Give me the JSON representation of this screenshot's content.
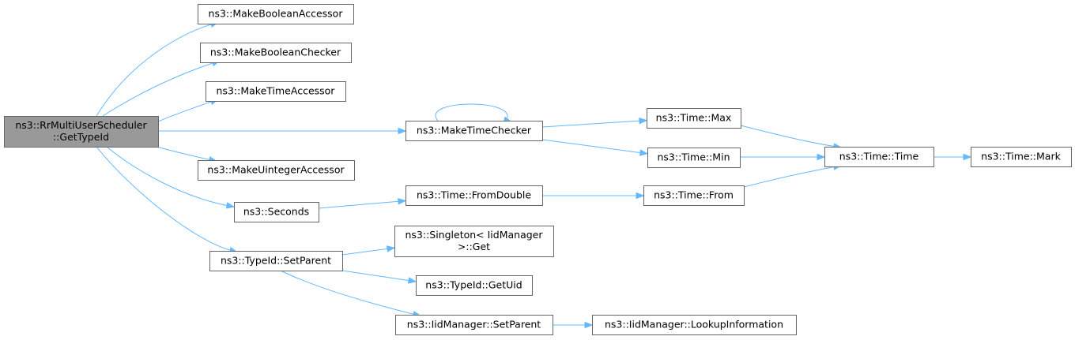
{
  "nodes": [
    {
      "id": "root",
      "lines": [
        "ns3::RrMultiUserScheduler",
        "::GetTypeId"
      ],
      "root": true
    },
    {
      "id": "mba",
      "lines": [
        "ns3::MakeBooleanAccessor"
      ]
    },
    {
      "id": "mbc",
      "lines": [
        "ns3::MakeBooleanChecker"
      ]
    },
    {
      "id": "mta",
      "lines": [
        "ns3::MakeTimeAccessor"
      ]
    },
    {
      "id": "mtc",
      "lines": [
        "ns3::MakeTimeChecker"
      ]
    },
    {
      "id": "mua",
      "lines": [
        "ns3::MakeUintegerAccessor"
      ]
    },
    {
      "id": "sec",
      "lines": [
        "ns3::Seconds"
      ]
    },
    {
      "id": "sp",
      "lines": [
        "ns3::TypeId::SetParent"
      ]
    },
    {
      "id": "tmax",
      "lines": [
        "ns3::Time::Max"
      ]
    },
    {
      "id": "tmin",
      "lines": [
        "ns3::Time::Min"
      ]
    },
    {
      "id": "tfd",
      "lines": [
        "ns3::Time::FromDouble"
      ]
    },
    {
      "id": "sget",
      "lines": [
        "ns3::Singleton< IidManager",
        ">::Get"
      ]
    },
    {
      "id": "guid",
      "lines": [
        "ns3::TypeId::GetUid"
      ]
    },
    {
      "id": "isp",
      "lines": [
        "ns3::IidManager::SetParent"
      ]
    },
    {
      "id": "ttime",
      "lines": [
        "ns3::Time::Time"
      ]
    },
    {
      "id": "tfrom",
      "lines": [
        "ns3::Time::From"
      ]
    },
    {
      "id": "ili",
      "lines": [
        "ns3::IidManager::LookupInformation"
      ]
    },
    {
      "id": "tmark",
      "lines": [
        "ns3::Time::Mark"
      ]
    }
  ],
  "edges": [
    {
      "from": "root",
      "to": "mba"
    },
    {
      "from": "root",
      "to": "mbc"
    },
    {
      "from": "root",
      "to": "mta"
    },
    {
      "from": "root",
      "to": "mtc"
    },
    {
      "from": "root",
      "to": "mua"
    },
    {
      "from": "root",
      "to": "sec"
    },
    {
      "from": "root",
      "to": "sp"
    },
    {
      "from": "mtc",
      "to": "mtc"
    },
    {
      "from": "mtc",
      "to": "tmax"
    },
    {
      "from": "mtc",
      "to": "tmin"
    },
    {
      "from": "tmax",
      "to": "ttime"
    },
    {
      "from": "tmin",
      "to": "ttime"
    },
    {
      "from": "ttime",
      "to": "tmark"
    },
    {
      "from": "sec",
      "to": "tfd"
    },
    {
      "from": "tfd",
      "to": "tfrom"
    },
    {
      "from": "tfrom",
      "to": "ttime"
    },
    {
      "from": "sp",
      "to": "sget"
    },
    {
      "from": "sp",
      "to": "guid"
    },
    {
      "from": "sp",
      "to": "isp"
    },
    {
      "from": "isp",
      "to": "ili"
    }
  ],
  "colors": {
    "edge": "#63b8ff",
    "root_fill": "#999999",
    "node_fill": "#ffffff",
    "border": "#666666"
  }
}
